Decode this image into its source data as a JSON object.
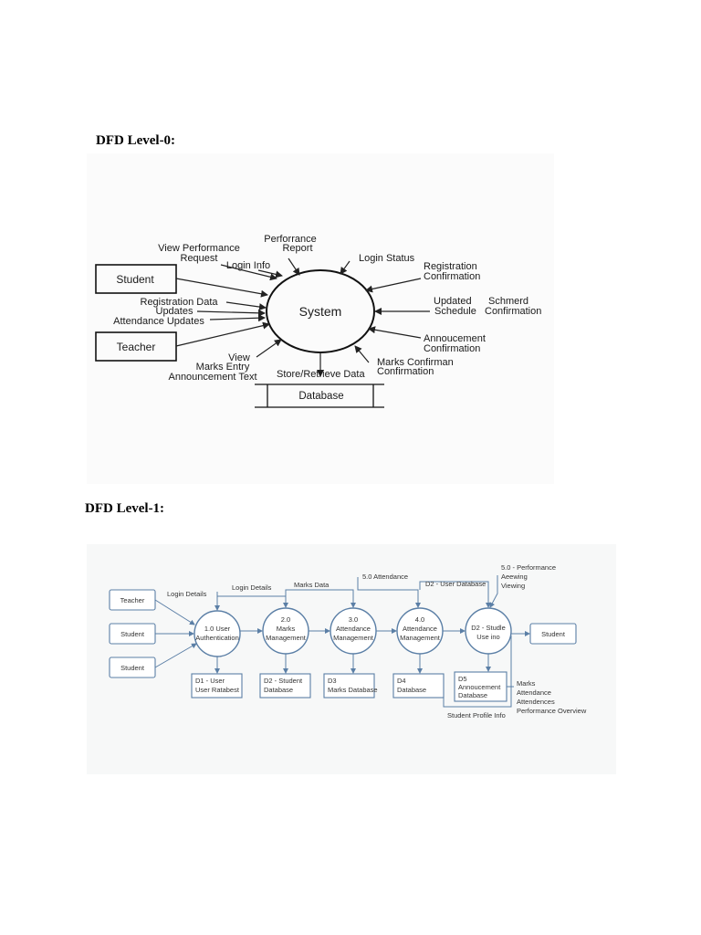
{
  "headings": {
    "level0": "DFD Level-0:",
    "level1": "DFD Level-1:"
  },
  "level0": {
    "center": "System",
    "entities": {
      "student": "Student",
      "teacher": "Teacher",
      "store": "Database"
    },
    "flows": {
      "view_perf_1": "View Performance",
      "view_perf_2": "Request",
      "login_info": "Login Info",
      "perf_report_1": "Perforrance",
      "perf_report_2": "Report",
      "login_status": "Login Status",
      "reg_conf_1": "Registration",
      "reg_conf_2": "Confirmation",
      "updated_1": "Updated",
      "updated_2": "Schedule",
      "schmerd_1": "Schmerd",
      "schmerd_2": "Confirmation",
      "reg_data": "Registration Data",
      "updates": "Updates",
      "attendance_updates": "Attendance Updates",
      "annc_conf_1": "Annoucement",
      "annc_conf_2": "Confirmation",
      "view": "View",
      "marks_entry": "Marks Entry",
      "announcement_text": "Announcement Text",
      "store_retrieve": "Store/Retrieve Data",
      "marks_conf_1": "Marks Confirman",
      "marks_conf_2": "Confirmation"
    }
  },
  "level1": {
    "entities": {
      "teacher": "Teacher",
      "student_1": "Student",
      "student_2": "Student",
      "student_out": "Student"
    },
    "processes": {
      "p1_a": "1.0 User",
      "p1_b": "Authentication",
      "p2_a": "2.0",
      "p2_b": "Marks",
      "p2_c": "Management",
      "p3_a": "3.0",
      "p3_b": "Attendance",
      "p3_c": "Management",
      "p4_a": "4.0",
      "p4_b": "Attendance",
      "p4_c": "Management",
      "p5_a": "D2 - Studle",
      "p5_b": "Use ino"
    },
    "stores": {
      "d1_a": "D1 - User",
      "d1_b": "User Ratabest",
      "d2_a": "D2 - Student",
      "d2_b": "Database",
      "d3_a": "D3",
      "d3_b": "Marks Database",
      "d4_a": "D4",
      "d4_b": "Database",
      "d5_a": "D5",
      "d5_b": "Annoucement",
      "d5_c": "Database"
    },
    "flows": {
      "login_details_1": "Login Details",
      "login_details_2": "Login Details",
      "marks_data": "Marks Data",
      "attendance_50": "5.0 Attendance",
      "user_db": "D2 - User Database",
      "perf_1": "5.0 - Performance",
      "perf_2": "Aeewing",
      "perf_3": "Viewing",
      "marks": "Marks",
      "attendance": "Attendance",
      "attendences": "Attendences",
      "perf_overview": "Performance Overview",
      "profile_info": "Student Profile Info"
    }
  }
}
